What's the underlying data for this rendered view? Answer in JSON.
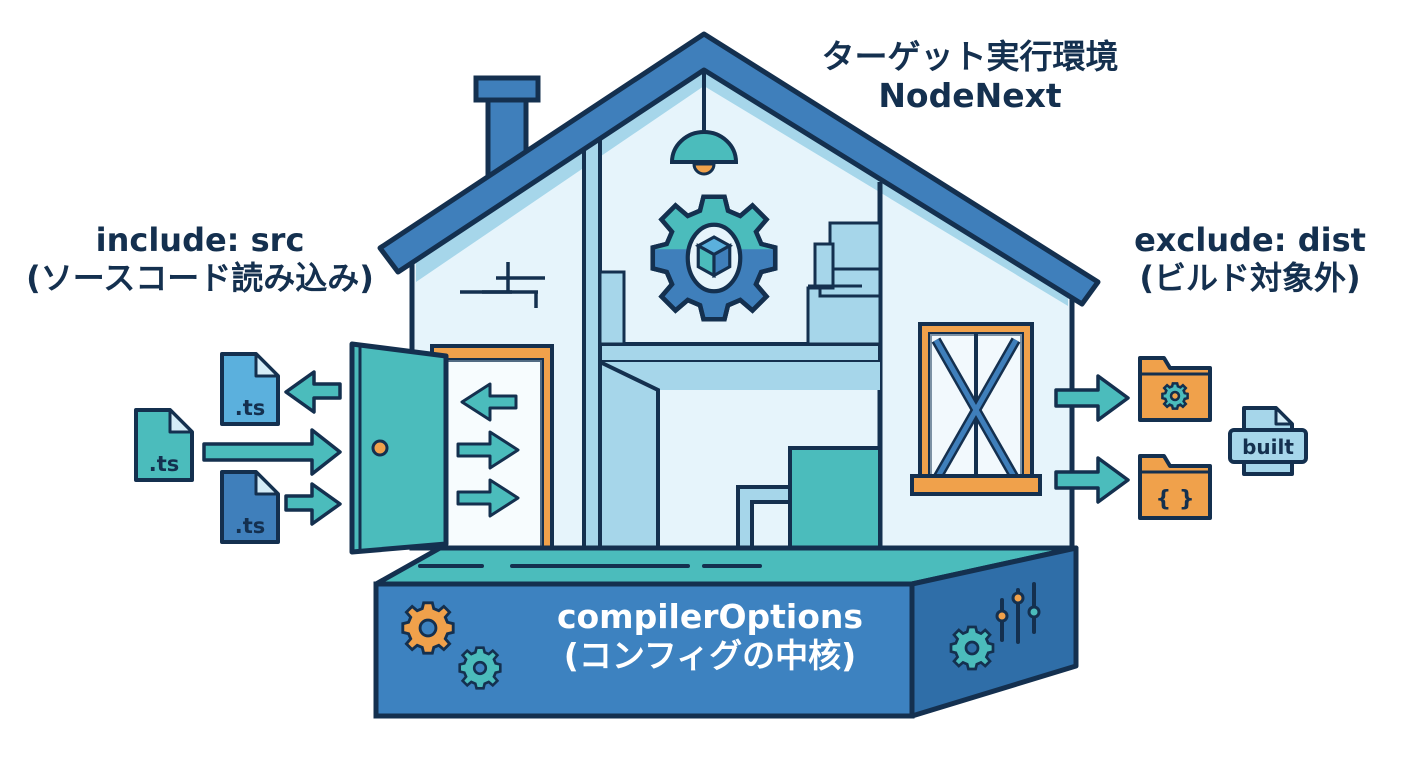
{
  "diagram": {
    "theme": "tsconfig as a house",
    "colors": {
      "outline": "#14304f",
      "roof_blue": "#3f7fbb",
      "wall_light": "#e6f4fb",
      "wall_mid": "#a6d6ea",
      "teal": "#4bbcbc",
      "orange": "#f0a14b",
      "base_blue": "#3d82c0",
      "base_side": "#2f6ea8",
      "label_text": "#14304f"
    },
    "labels": {
      "target": {
        "line1": "ターゲット実行環境",
        "line2": "NodeNext"
      },
      "include": {
        "line1": "include: src",
        "line2": "(ソースコード読み込み)"
      },
      "exclude": {
        "line1": "exclude: dist",
        "line2": "(ビルド対象外)"
      },
      "core": {
        "line1": "compilerOptions",
        "line2": "(コンフィグの中核)"
      }
    },
    "input_files": [
      {
        "label": ".ts",
        "color": "#5bb0dd"
      },
      {
        "label": ".ts",
        "color": "#4bbcbc"
      },
      {
        "label": ".ts",
        "color": "#3f7fbb"
      }
    ],
    "output_folders": [
      {
        "icon": "gear-icon"
      },
      {
        "icon": "braces-icon",
        "glyph": "{ }"
      }
    ],
    "built_file": {
      "label": "built"
    }
  }
}
